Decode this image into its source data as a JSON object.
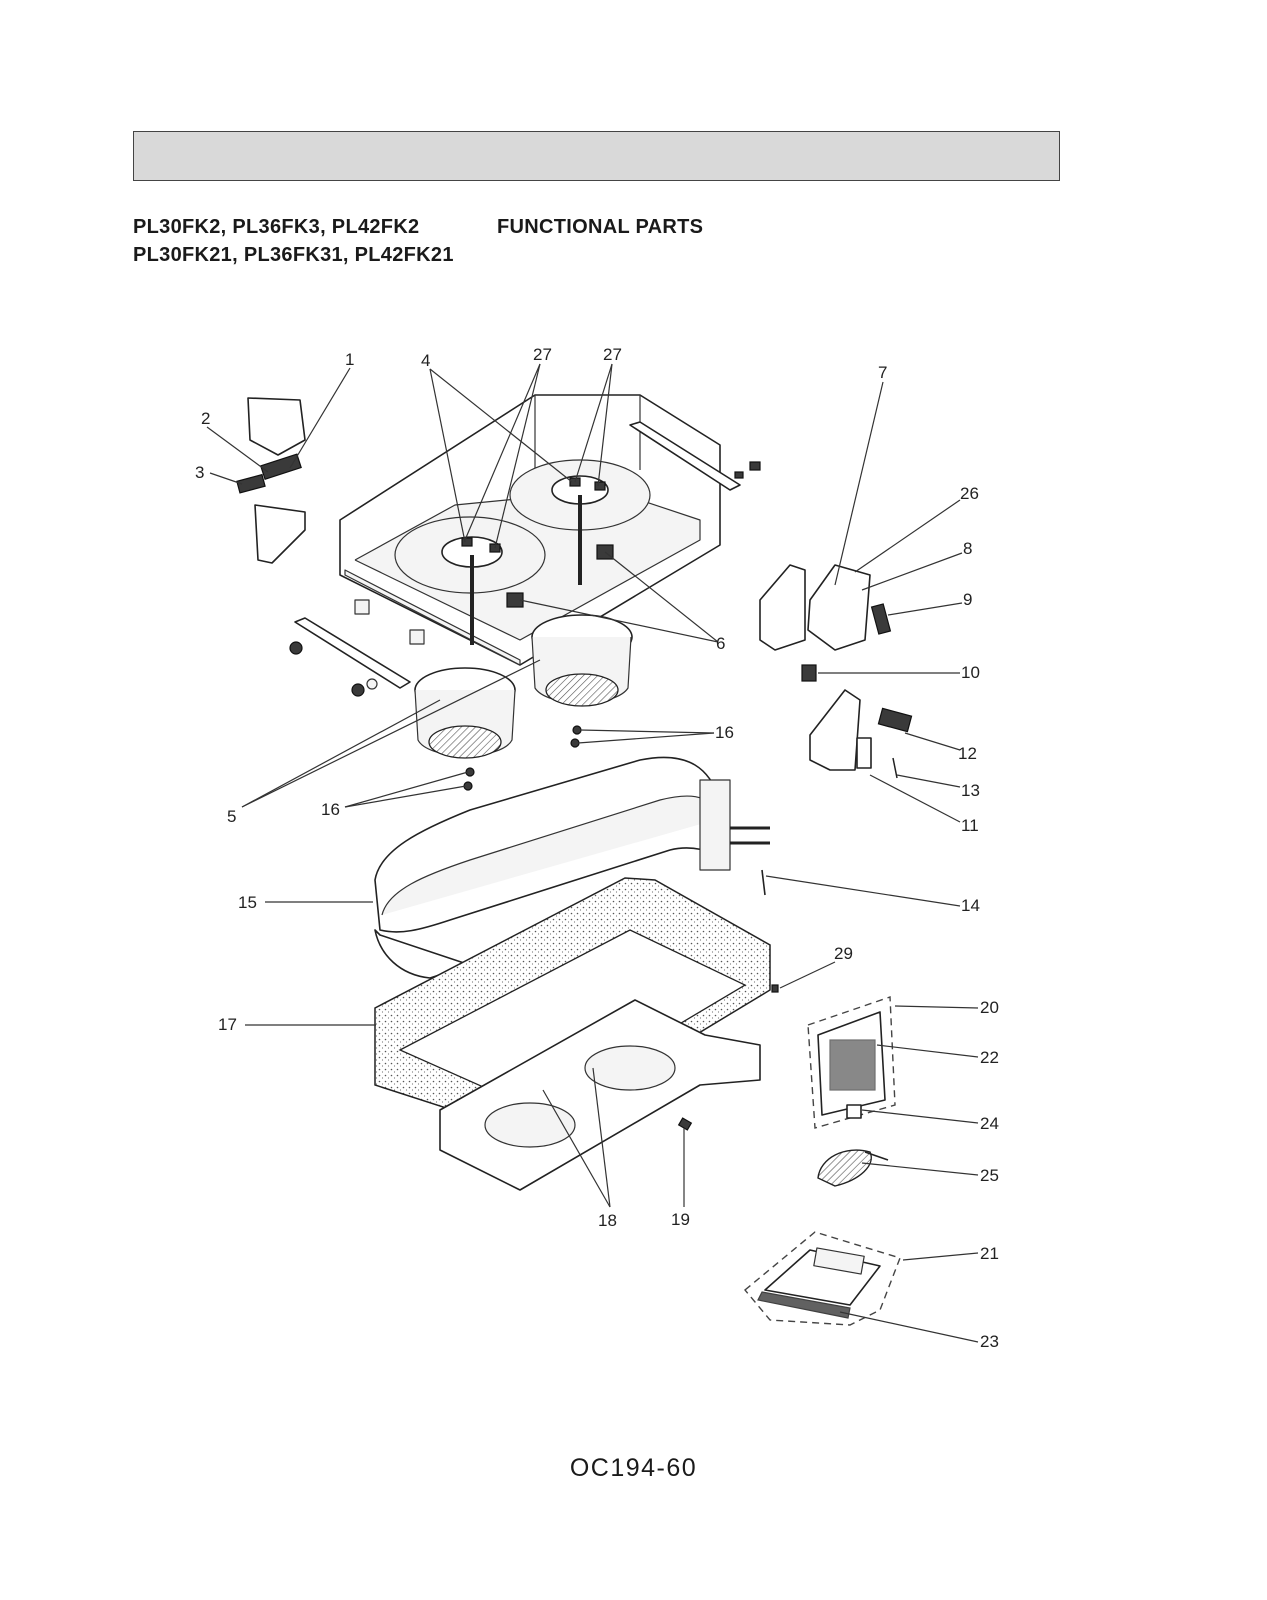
{
  "header": {
    "models_line1": "PL30FK2,   PL36FK3,   PL42FK2",
    "models_line2": "PL30FK21, PL36FK31, PL42FK21",
    "section_title": "FUNCTIONAL PARTS"
  },
  "diagram": {
    "callouts": [
      "1",
      "2",
      "3",
      "4",
      "27",
      "27",
      "7",
      "26",
      "8",
      "9",
      "6",
      "10",
      "16",
      "12",
      "13",
      "11",
      "5",
      "16",
      "14",
      "15",
      "29",
      "20",
      "17",
      "22",
      "24",
      "25",
      "18",
      "19",
      "21",
      "23"
    ]
  },
  "footer": {
    "page_number": "OC194-60"
  }
}
